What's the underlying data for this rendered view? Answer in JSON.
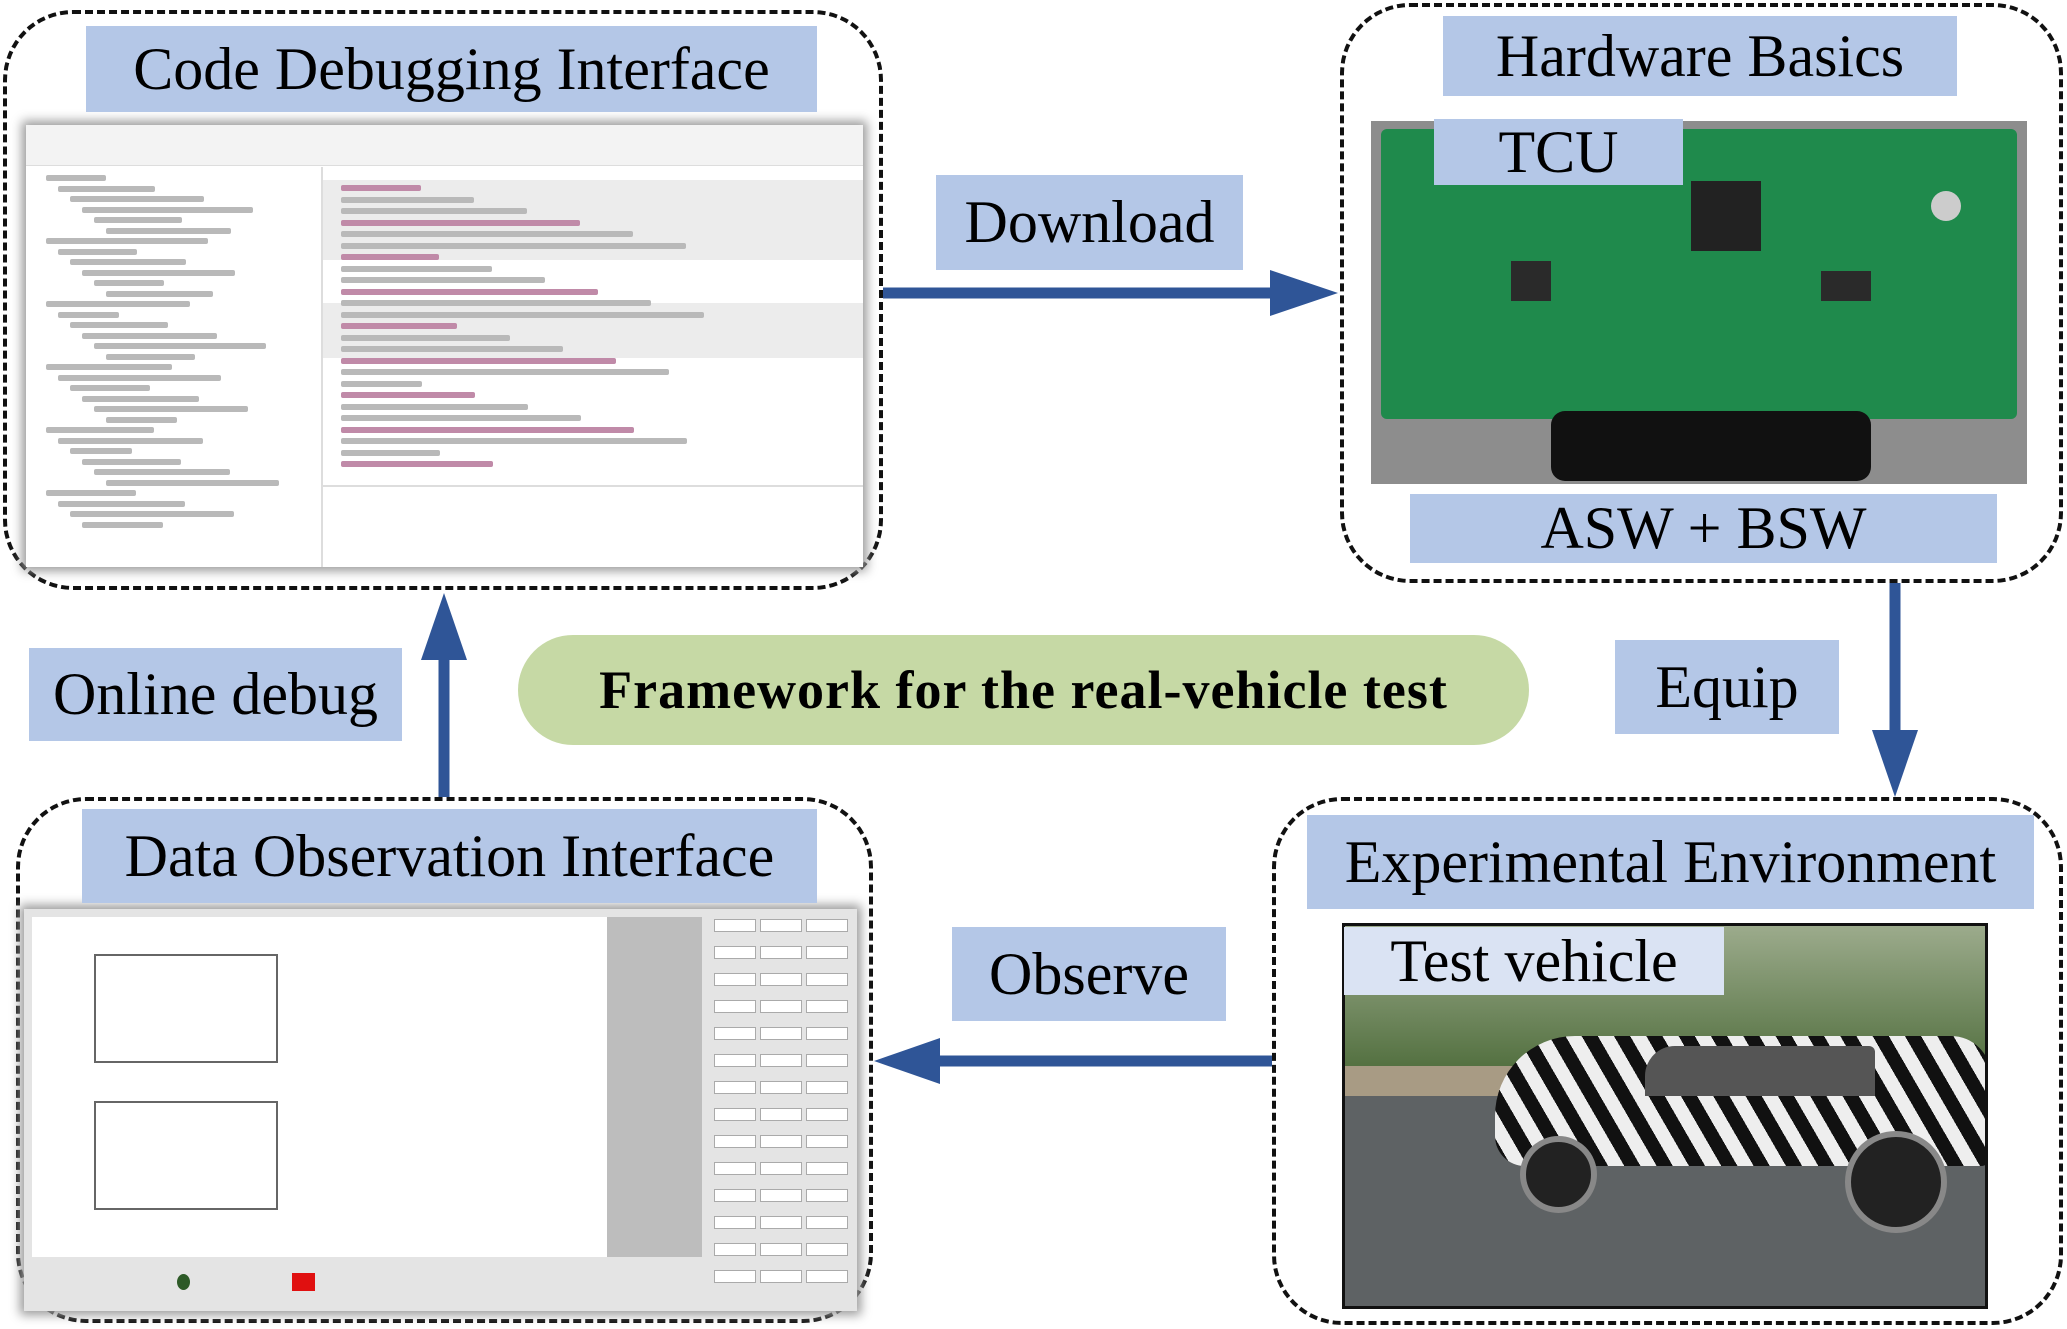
{
  "title": "Framework for the real-vehicle test",
  "panels": {
    "code": {
      "title": "Code Debugging Interface"
    },
    "hardware": {
      "title": "Hardware Basics",
      "board_label": "TCU",
      "software_label": "ASW + BSW"
    },
    "data": {
      "title": "Data Observation Interface"
    },
    "environment": {
      "title": "Experimental Environment",
      "photo_label": "Test vehicle"
    }
  },
  "arrows": {
    "download": "Download",
    "equip": "Equip",
    "observe": "Observe",
    "online_debug": "Online debug"
  },
  "colors": {
    "label_bg": "#b4c7e7",
    "arrow": "#2f5597",
    "title_pill": "#c6d9a5",
    "pcb_green": "#1f8a4c"
  }
}
